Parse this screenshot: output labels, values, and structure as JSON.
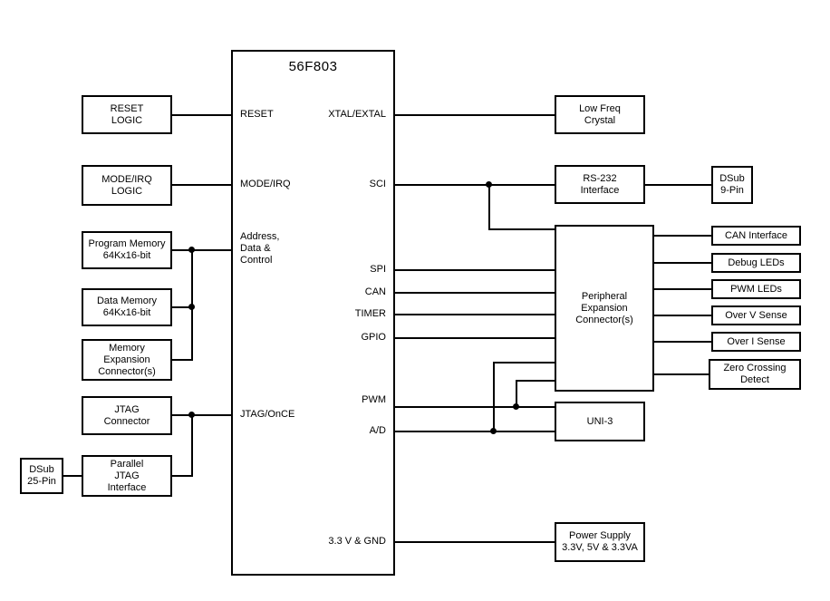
{
  "cpu": {
    "title": "56F803",
    "pins": {
      "reset": "RESET",
      "mode_irq": "MODE/IRQ",
      "address_data_control": "Address,\nData &\nControl",
      "jtag_once": "JTAG/OnCE",
      "xtal_extal": "XTAL/EXTAL",
      "sci": "SCI",
      "spi": "SPI",
      "can": "CAN",
      "timer": "TIMER",
      "gpio": "GPIO",
      "pwm": "PWM",
      "ad": "A/D",
      "power": "3.3 V & GND"
    }
  },
  "blocks": {
    "reset_logic": "RESET\nLOGIC",
    "mode_irq_logic": "MODE/IRQ\nLOGIC",
    "program_memory": "Program Memory\n64Kx16-bit",
    "data_memory": "Data Memory\n64Kx16-bit",
    "memory_expansion": "Memory\nExpansion\nConnector(s)",
    "jtag_connector": "JTAG\nConnector",
    "parallel_jtag": "Parallel\nJTAG\nInterface",
    "dsub25": "DSub\n25-Pin",
    "low_freq_crystal": "Low Freq\nCrystal",
    "rs232_interface": "RS-232\nInterface",
    "dsub9": "DSub\n9-Pin",
    "peripheral_expansion": "Peripheral\nExpansion\nConnector(s)",
    "can_interface": "CAN Interface",
    "debug_leds": "Debug LEDs",
    "pwm_leds": "PWM LEDs",
    "over_v_sense": "Over V Sense",
    "over_i_sense": "Over I Sense",
    "zero_crossing": "Zero Crossing\nDetect",
    "uni3": "UNI-3",
    "power_supply": "Power Supply\n3.3V, 5V & 3.3VA"
  },
  "colors": {
    "line": "#000000",
    "box_fill": "#ffffff",
    "background": "#ffffff"
  }
}
